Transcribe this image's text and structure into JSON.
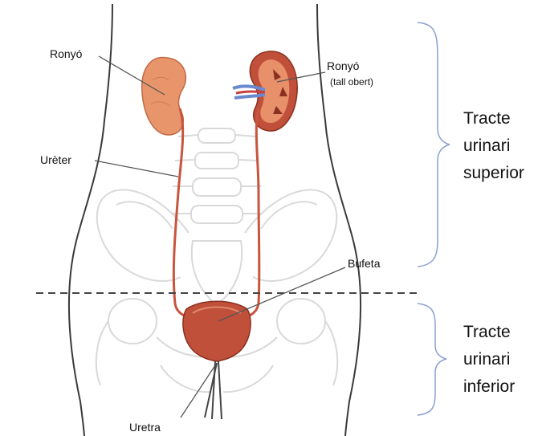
{
  "labels": {
    "kidney_left": "Ronyó",
    "kidney_right": "Ronyó",
    "kidney_right_note": "(tall obert)",
    "ureter": "Urèter",
    "bladder": "Bufeta",
    "urethra": "Uretra"
  },
  "regions": {
    "upper_line1": "Tracte",
    "upper_line2": "urinari",
    "upper_line3": "superior",
    "lower_line1": "Tracte",
    "lower_line2": "urinari",
    "lower_line3": "inferior"
  },
  "colors": {
    "body_outline": "#3a3a3a",
    "bone": "#d9d9d9",
    "kidney": "#e8956b",
    "kidney_inner": "#a8402a",
    "ureter": "#c8553d",
    "bladder": "#c0503a",
    "brace": "#8aa0d0",
    "divider": "#444444"
  }
}
